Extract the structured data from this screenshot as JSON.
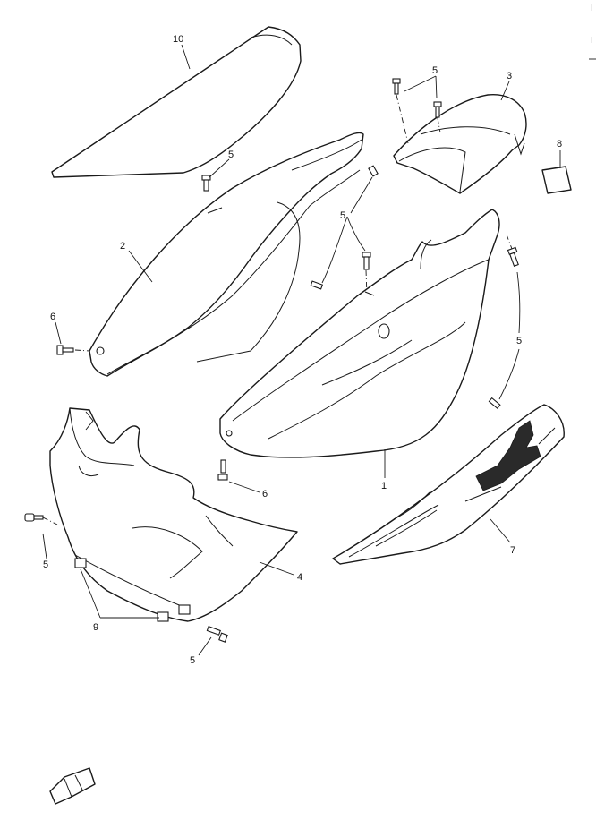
{
  "callouts": {
    "c10": "10",
    "c5a": "5",
    "c3": "3",
    "c8": "8",
    "c5b": "5",
    "c2": "2",
    "c5c": "5",
    "c6a": "6",
    "c5d": "5",
    "c1": "1",
    "c6b": "6",
    "c4": "4",
    "c5e": "5",
    "c7": "7",
    "c9": "9",
    "c5f": "5"
  },
  "edge_marks": [
    "I",
    "I"
  ],
  "icons": {
    "front_arrow": "fwd-arrow-icon"
  },
  "colors": {
    "line": "#1a1a1a",
    "background": "#ffffff"
  }
}
